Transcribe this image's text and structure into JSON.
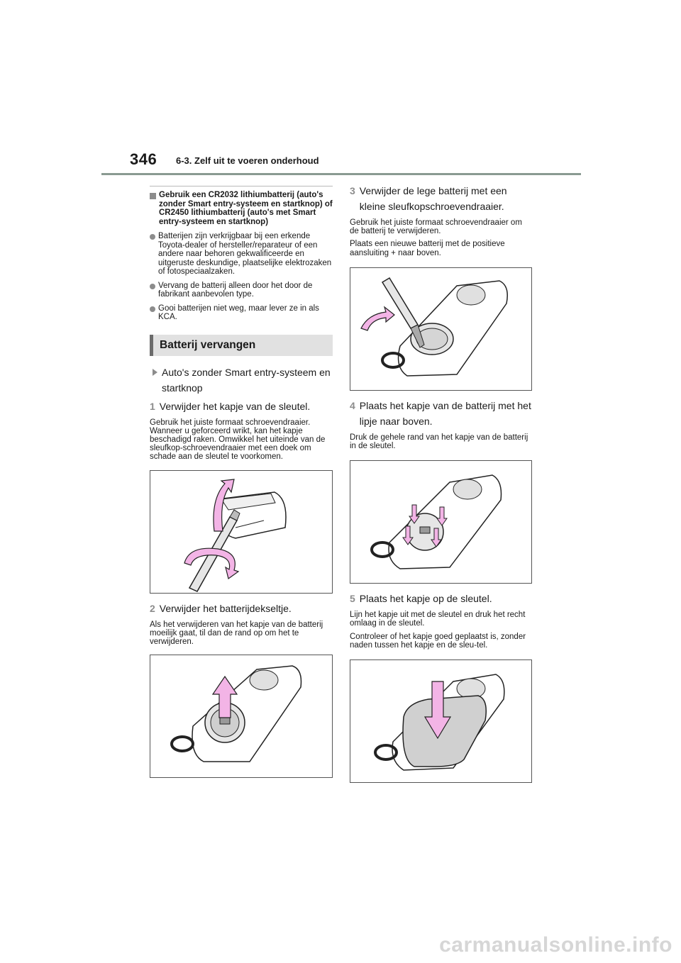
{
  "header": {
    "page_number": "346",
    "section_title": "6-3. Zelf uit te voeren onderhoud"
  },
  "left": {
    "note_heading": "Gebruik een CR2032 lithiumbatterij (auto's zonder Smart entry-systeem en startknop) of CR2450 lithiumbatterij (auto's met Smart entry-systeem en startknop)",
    "bullets": [
      "Batterijen zijn verkrijgbaar bij een erkende Toyota-dealer of hersteller/reparateur of een andere naar behoren gekwalificeerde en uitgeruste deskundige, plaatselijke elektrozaken of fotospeciaalzaken.",
      "Vervang de batterij alleen door het door de fabrikant aanbevolen type.",
      "Gooi batterijen niet weg, maar lever ze in als KCA."
    ],
    "section_heading": "Batterij vervangen",
    "sub_heading": "Auto's zonder Smart entry-systeem en startknop",
    "step1": {
      "num": "1",
      "title": "Verwijder het kapje van de sleutel.",
      "desc": "Gebruik het juiste formaat schroevendraaier. Wanneer u geforceerd wrikt, kan het kapje beschadigd raken. Omwikkel het uiteinde van de sleufkop-schroevendraaier met een doek om schade aan de sleutel te voorkomen."
    },
    "step2": {
      "num": "2",
      "title": "Verwijder het batterijdekseltje.",
      "desc": "Als het verwijderen van het kapje van de batterij moeilijk gaat, til dan de rand op om het te verwijderen."
    }
  },
  "right": {
    "step3": {
      "num": "3",
      "title": "Verwijder de lege batterij met een kleine sleufkopschroevendraaier.",
      "desc1": "Gebruik het juiste formaat schroevendraaier om de batterij te verwijderen.",
      "desc2": "Plaats een nieuwe batterij met de positieve aansluiting + naar boven."
    },
    "step4": {
      "num": "4",
      "title": "Plaats het kapje van de batterij met het lipje naar boven.",
      "desc": "Druk de gehele rand van het kapje van de batterij in de sleutel."
    },
    "step5": {
      "num": "5",
      "title": "Plaats het kapje op de sleutel.",
      "desc1": "Lijn het kapje uit met de sleutel en druk het recht omlaag in de sleutel.",
      "desc2": "Controleer of het kapje goed geplaatst is, zonder naden tussen het kapje en de sleu-tel."
    }
  },
  "colors": {
    "accent_pink": "#f3b4e6",
    "icon_gray": "#8c8c8c",
    "heading_bg": "#e1e1e1",
    "rule": "#8a9a92"
  },
  "watermark": "carmanualsonline.info"
}
